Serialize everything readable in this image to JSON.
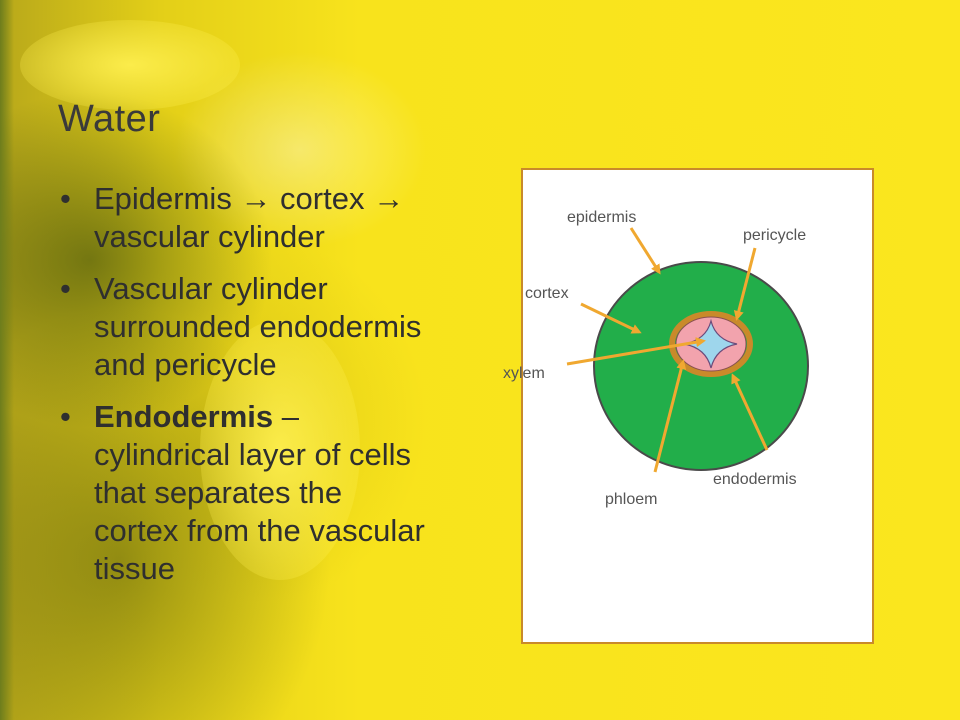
{
  "slide": {
    "title": "Water",
    "bullets": [
      {
        "text": "Epidermis → cortex → vascular cylinder"
      },
      {
        "text": "Vascular cylinder surrounded endodermis and pericycle"
      },
      {
        "bold": "Endodermis",
        "text": " – cylindrical layer of cells that separates the cortex from the vascular tissue"
      }
    ],
    "bullet_glyph": "•"
  },
  "diagram": {
    "labels": {
      "epidermis": "epidermis",
      "pericycle": "pericycle",
      "cortex": "cortex",
      "xylem": "xylem",
      "endodermis": "endodermis",
      "phloem": "phloem"
    },
    "colors": {
      "cortex": "#22ae4a",
      "endodermis_ring": "#c98a2a",
      "phloem": "#f2a3ad",
      "xylem": "#9ed6ec",
      "arrow": "#f0a830",
      "frame": "#c98a2a"
    }
  }
}
